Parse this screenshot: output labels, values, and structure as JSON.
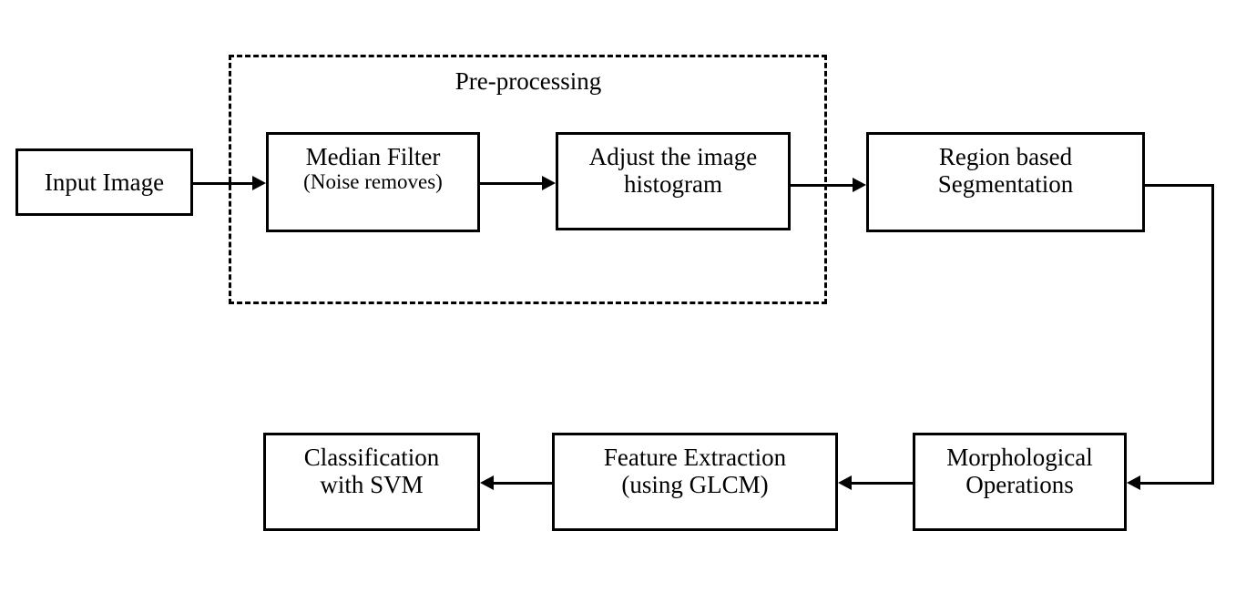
{
  "diagram": {
    "title": "Image processing and classification pipeline flowchart",
    "background_color": "#ffffff",
    "stroke_color": "#000000",
    "groups": [
      {
        "id": "pre-processing",
        "label": "Pre-processing",
        "style": "dashed"
      }
    ],
    "nodes": [
      {
        "id": "input-image",
        "line1": "Input Image",
        "line2": ""
      },
      {
        "id": "median-filter",
        "line1": "Median Filter",
        "line2": "(Noise removes)"
      },
      {
        "id": "adjust-histogram",
        "line1": "Adjust the image",
        "line2": "histogram"
      },
      {
        "id": "region-segmentation",
        "line1": "Region based",
        "line2": "Segmentation"
      },
      {
        "id": "morphological-operations",
        "line1": "Morphological",
        "line2": "Operations"
      },
      {
        "id": "feature-extraction",
        "line1": "Feature Extraction",
        "line2": "(using GLCM)"
      },
      {
        "id": "classification-svm",
        "line1": "Classification",
        "line2": "with SVM"
      }
    ],
    "edges": [
      {
        "id": "edge-input-to-median",
        "from": "input-image",
        "to": "median-filter",
        "direction": "right"
      },
      {
        "id": "edge-median-to-histogram",
        "from": "median-filter",
        "to": "adjust-histogram",
        "direction": "right"
      },
      {
        "id": "edge-histogram-to-region",
        "from": "adjust-histogram",
        "to": "region-segmentation",
        "direction": "right"
      },
      {
        "id": "edge-region-to-morphological",
        "from": "region-segmentation",
        "to": "morphological-operations",
        "direction": "down-then-left"
      },
      {
        "id": "edge-morphological-to-feature",
        "from": "morphological-operations",
        "to": "feature-extraction",
        "direction": "left"
      },
      {
        "id": "edge-feature-to-classification",
        "from": "feature-extraction",
        "to": "classification-svm",
        "direction": "left"
      }
    ]
  }
}
